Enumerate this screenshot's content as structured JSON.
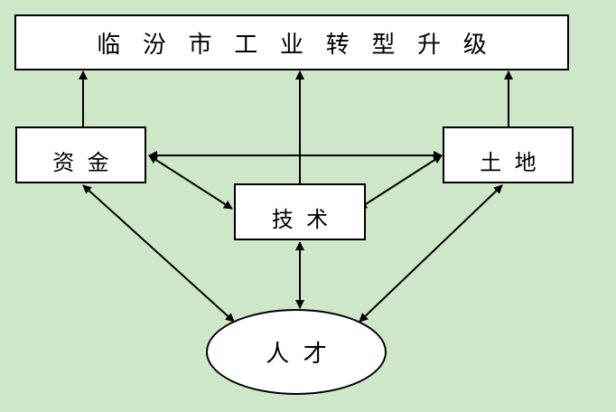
{
  "nodes": {
    "title": "临汾市工业转型升级",
    "funds": "资金",
    "land": "土地",
    "technology": "技术",
    "talent": "人才"
  },
  "colors": {
    "background": "#cfe7c9",
    "box_fill": "#ffffff",
    "line": "#000000"
  },
  "edges": [
    {
      "from": "funds",
      "to": "title",
      "direction": "one-way"
    },
    {
      "from": "technology",
      "to": "title",
      "direction": "one-way"
    },
    {
      "from": "land",
      "to": "title",
      "direction": "one-way"
    },
    {
      "from": "funds",
      "to": "land",
      "direction": "two-way"
    },
    {
      "from": "funds",
      "to": "technology",
      "direction": "two-way"
    },
    {
      "from": "land",
      "to": "technology",
      "direction": "two-way"
    },
    {
      "from": "funds",
      "to": "talent",
      "direction": "two-way"
    },
    {
      "from": "technology",
      "to": "talent",
      "direction": "two-way"
    },
    {
      "from": "land",
      "to": "talent",
      "direction": "two-way"
    }
  ]
}
